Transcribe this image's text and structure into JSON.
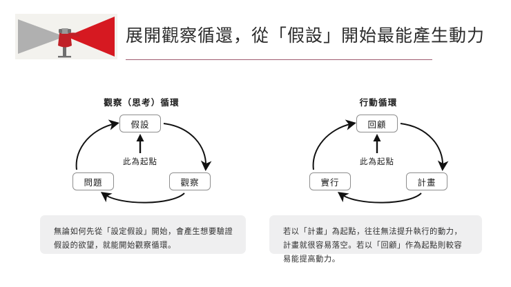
{
  "header": {
    "logo_alt": "person-with-binoculars-illustration",
    "title": "展開觀察循還，從「假設」開始最能產生動力",
    "rule_color": "#9e5a6e"
  },
  "diagrams": [
    {
      "id": "observation-cycle",
      "title": "觀察（思考）循環",
      "nodes": {
        "top": "假設",
        "right": "觀察",
        "left": "問題"
      },
      "start_label": "此為起點"
    },
    {
      "id": "action-cycle",
      "title": "行動循環",
      "nodes": {
        "top": "回顧",
        "right": "計畫",
        "left": "實行"
      },
      "start_label": "此為起點"
    }
  ],
  "captions": [
    {
      "id": "observation-caption",
      "text": "無論如何先從「設定假設」開始，會產生想要驗證假設的欲望，就能開始觀察循環。"
    },
    {
      "id": "action-caption",
      "text": "若以「計畫」為起點，往往無法提升執行的動力，計畫就很容易落空。若以「回顧」作為起點則較容易能提高動力。"
    }
  ],
  "colors": {
    "background": "#ffffff",
    "text": "#231f20",
    "accent_red": "#d61921",
    "accent_gray": "#b0b0b0",
    "caption_bg": "#efeff0",
    "node_border": "#8d8d8d"
  }
}
